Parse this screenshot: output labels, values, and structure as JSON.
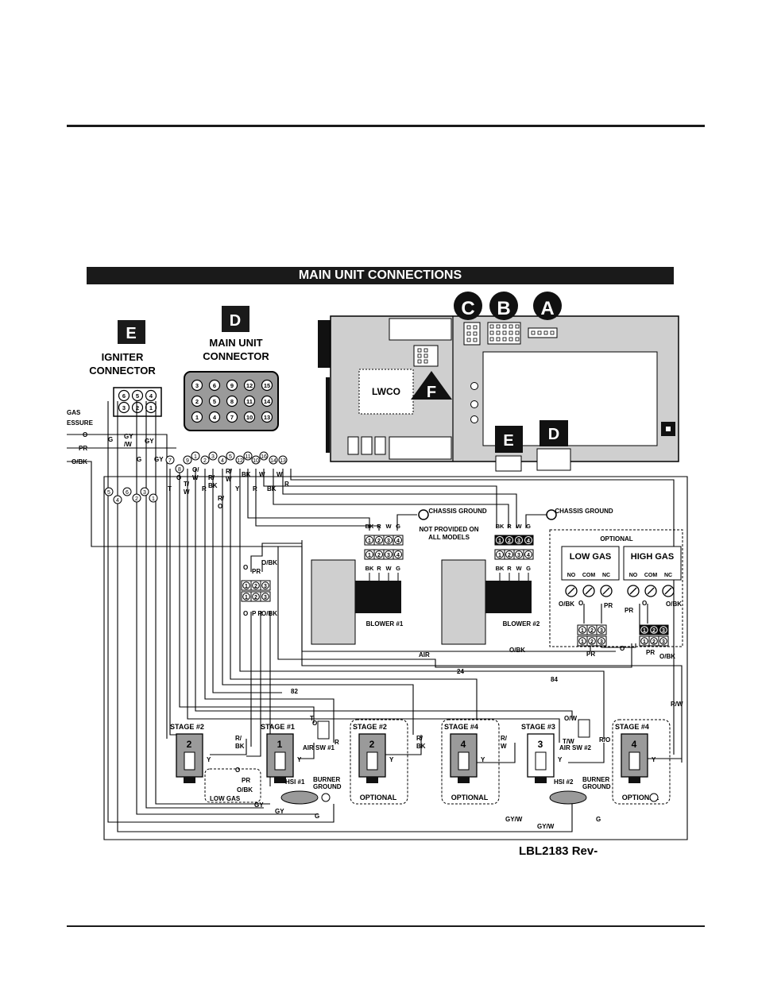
{
  "banner": "MAIN UNIT CONNECTIONS",
  "igniter": {
    "badge": "E",
    "title1": "IGNITER",
    "title2": "CONNECTOR",
    "pins": [
      "6",
      "5",
      "4",
      "3",
      "2",
      "1"
    ]
  },
  "main_conn": {
    "badge": "D",
    "title1": "MAIN UNIT",
    "title2": "CONNECTOR",
    "pins": [
      "3",
      "6",
      "9",
      "12",
      "15",
      "2",
      "5",
      "8",
      "11",
      "14",
      "1",
      "4",
      "7",
      "10",
      "13"
    ]
  },
  "board": {
    "badges": [
      "C",
      "B",
      "A"
    ],
    "f_badge": "F",
    "lwco": "LWCO",
    "e_badge": "E",
    "d_badge": "D"
  },
  "gas_pressure": {
    "line1": "GAS",
    "line2": "ESSURE",
    "wires": [
      "O",
      "PR",
      "O/BK"
    ]
  },
  "igniter_wires": [
    "G",
    "GY/W",
    "G",
    "GY",
    "GY"
  ],
  "igniter_pin_labels": [
    "5",
    "4",
    "6",
    "2",
    "3",
    "1"
  ],
  "main_wire_colors": [
    "O",
    "T",
    "T/W",
    "O/W",
    "R",
    "R/BK",
    "R/W",
    "R/O",
    "Y",
    "BK",
    "R",
    "W",
    "BK",
    "W",
    "R"
  ],
  "main_pin_labels": [
    "7",
    "8",
    "9",
    "1",
    "2",
    "3",
    "4",
    "5",
    "12",
    "11",
    "10",
    "16",
    "14",
    "13"
  ],
  "blower1": {
    "label": "BLOWER #1",
    "chassis": "CHASSIS GROUND",
    "note1": "NOT PROVIDED ON",
    "note2": "ALL MODELS",
    "pins_top": [
      "BK",
      "R",
      "W",
      "G"
    ],
    "pins_bottom": [
      "BK",
      "R",
      "W",
      "G"
    ],
    "nums": [
      "1",
      "2",
      "3",
      "4"
    ]
  },
  "blower2": {
    "label": "BLOWER #2",
    "chassis": "CHASSIS GROUND",
    "pins_top": [
      "BK",
      "R",
      "W",
      "G"
    ],
    "pins_bottom": [
      "BK",
      "R",
      "W",
      "G"
    ],
    "nums": [
      "1",
      "2",
      "3",
      "4"
    ]
  },
  "optional": {
    "title": "OPTIONAL",
    "low": "LOW GAS",
    "high": "HIGH GAS",
    "terms": [
      "NO",
      "COM",
      "NC"
    ]
  },
  "switch_wires": {
    "left_o": "O",
    "left_pr": "PR",
    "left_obk": "O/BK",
    "right_o": "O",
    "right_pr": "PR",
    "right_obk": "O/BK"
  },
  "center_conn": {
    "top": [
      "O",
      "PR",
      "O/BK"
    ],
    "bottom": [
      "O",
      "P R",
      "O/BK"
    ],
    "nums": [
      "1",
      "2",
      "3"
    ]
  },
  "bus_labels": {
    "obk": "O/BK",
    "pr": "PR",
    "o": "O",
    "air": "AIR",
    "n24": "24",
    "n84": "84",
    "n82": "82",
    "pr2": "PR",
    "obk2": "O/BK"
  },
  "stages": [
    {
      "title": "STAGE #2",
      "num": "2",
      "wire": "R/BK",
      "optional": false
    },
    {
      "title": "STAGE #1",
      "num": "1",
      "wire": "Y",
      "optional": false
    },
    {
      "title": "STAGE #2",
      "num": "2",
      "wire": "R/BK",
      "optional": true,
      "opt_label": "OPTIONAL"
    },
    {
      "title": "STAGE #4",
      "num": "4",
      "wire": "R/W",
      "optional": true,
      "opt_label": "OPTIONAL"
    },
    {
      "title": "STAGE #3",
      "num": "3",
      "wire": "Y",
      "optional": false
    },
    {
      "title": "STAGE #4",
      "num": "4",
      "wire": "R/W",
      "optional": true,
      "opt_label": "OPTIONAL"
    }
  ],
  "misc": {
    "air_sw1": "AIR SW #1",
    "air_sw2": "AIR SW #2",
    "hsi1": "HSI #1",
    "hsi2": "HSI #2",
    "burner": "BURNER",
    "ground": "GROUND",
    "low_gas": "LOW GAS",
    "gy": "GY",
    "g": "G",
    "gyw": "GY/W",
    "ow": "O/W",
    "tw": "T/W",
    "r": "R",
    "t": "T",
    "o": "O",
    "ro": "R/O",
    "rw": "R/W",
    "y": "Y"
  },
  "footer": "LBL2183 Rev-"
}
